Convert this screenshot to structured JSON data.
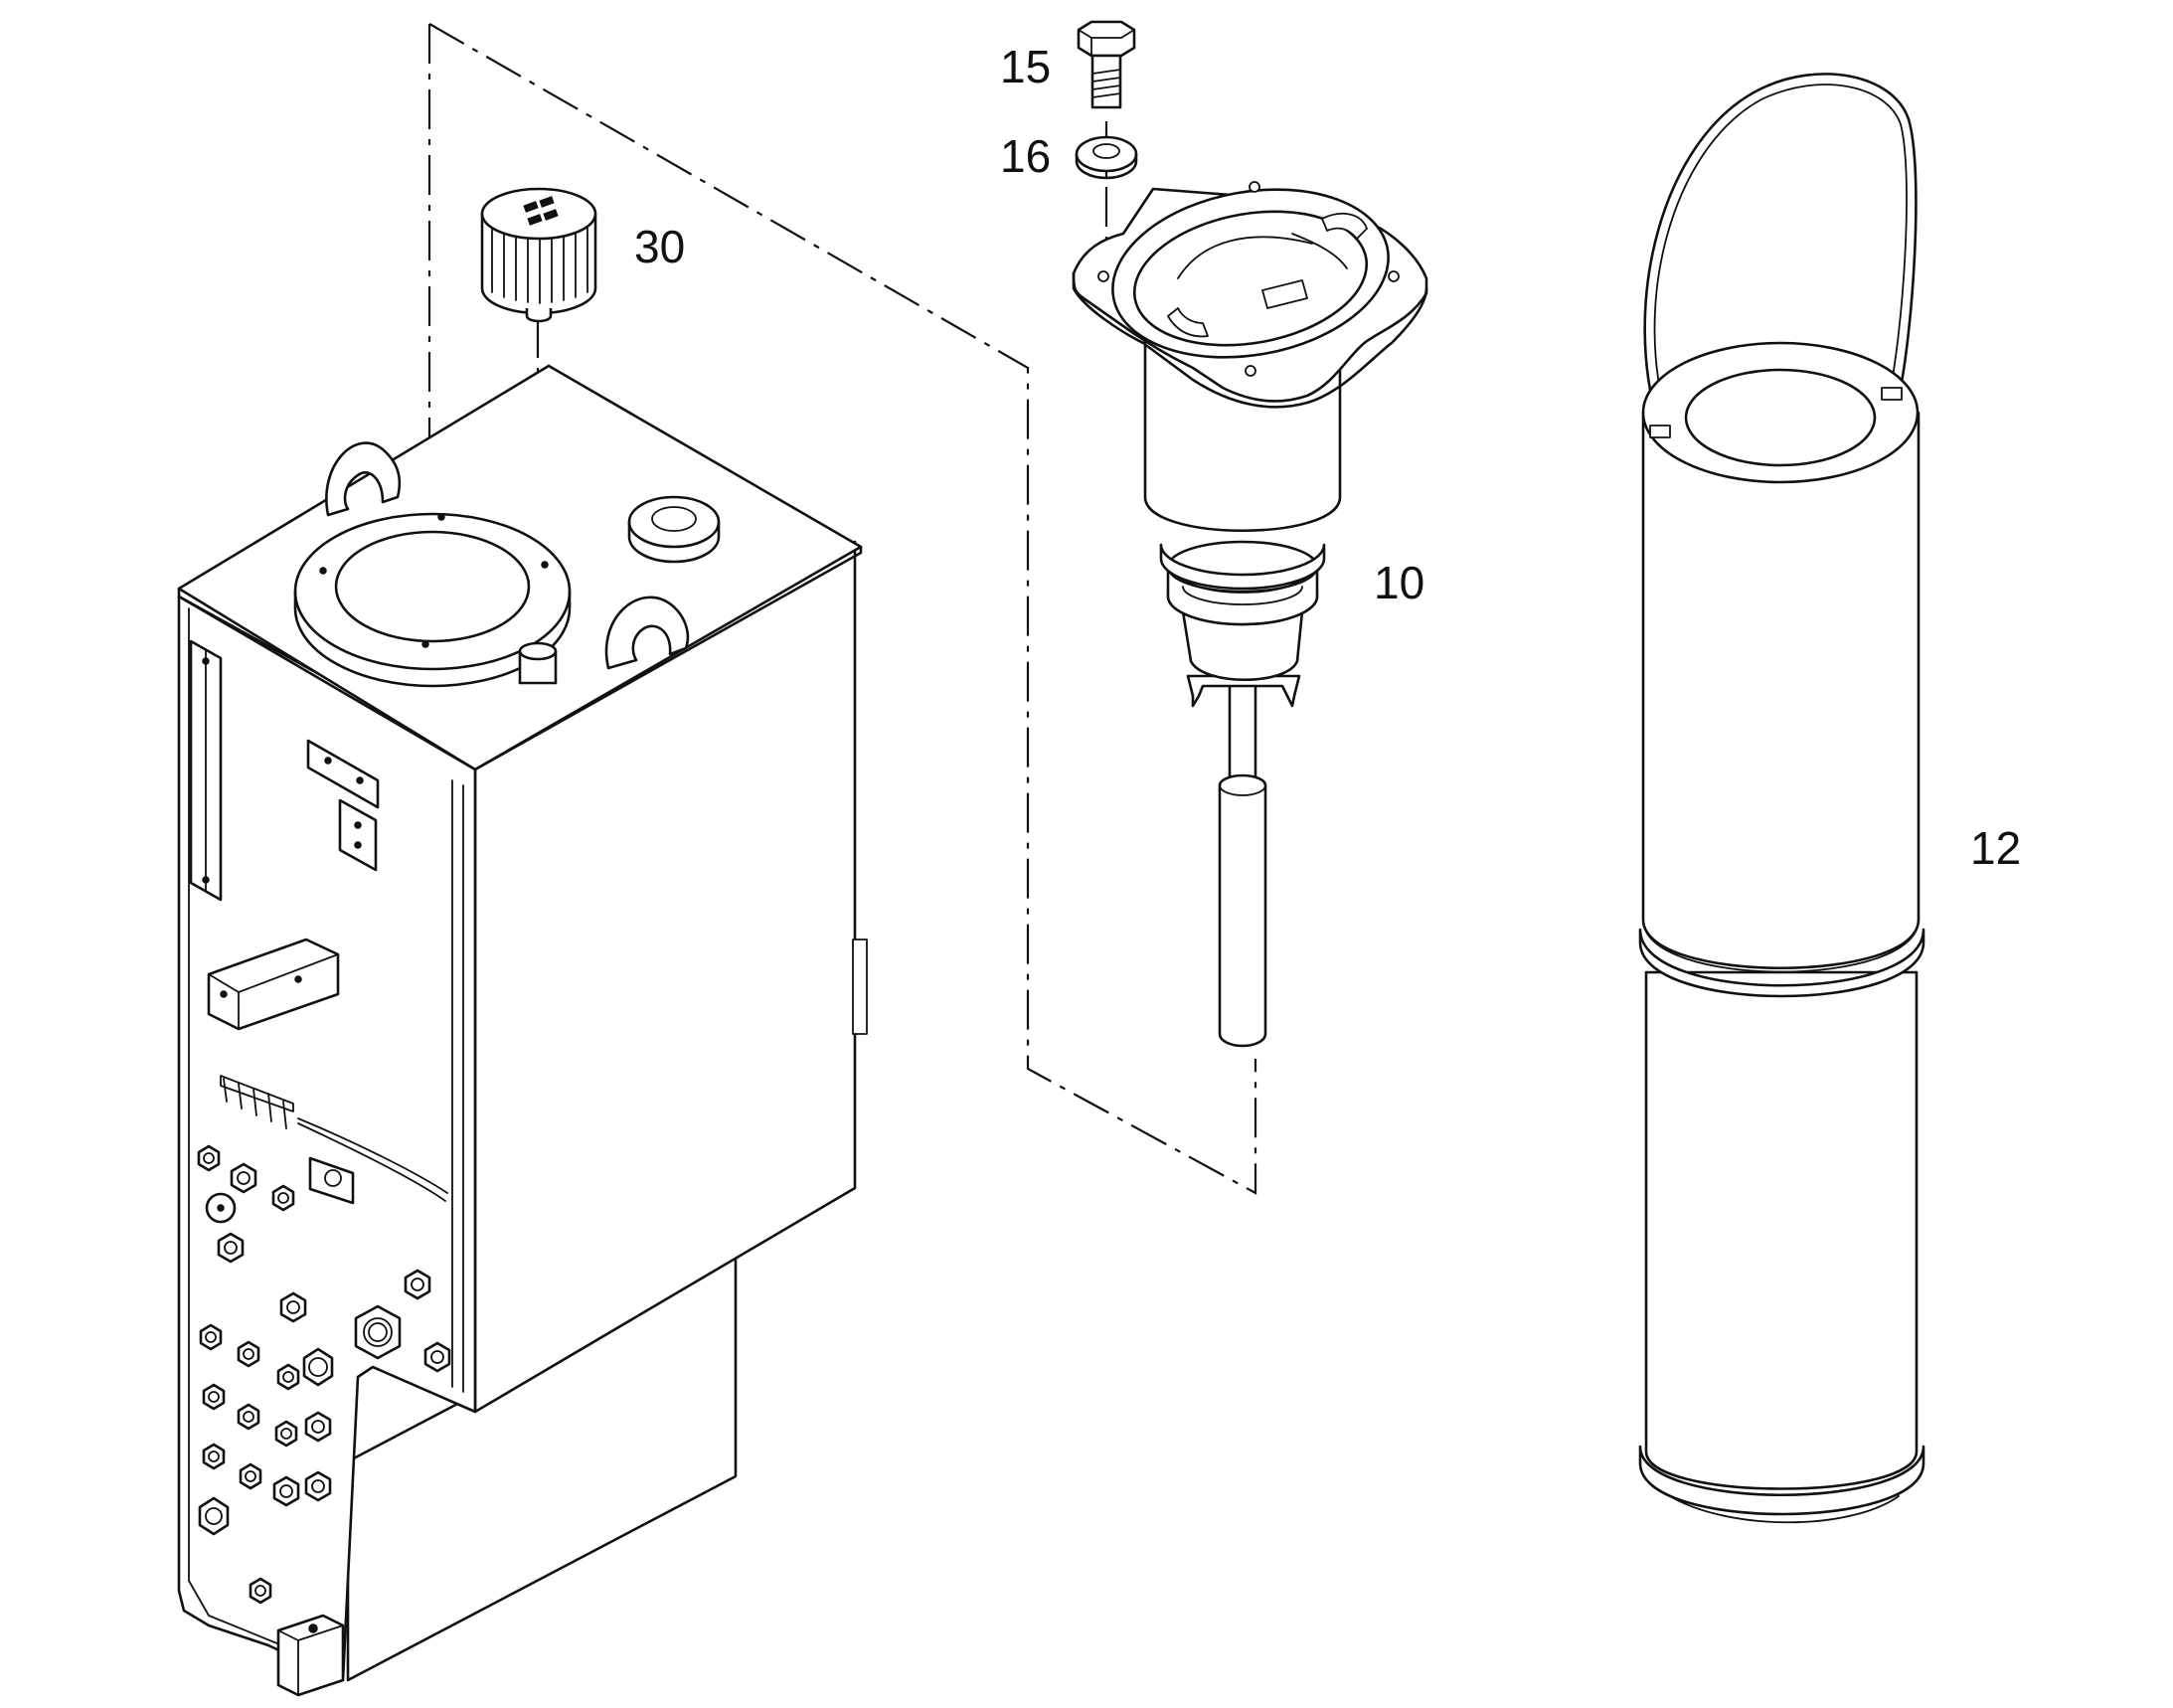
{
  "callouts": {
    "bolt": "15",
    "washer": "16",
    "cap": "30",
    "filler_assembly": "10",
    "filter_element": "12"
  }
}
